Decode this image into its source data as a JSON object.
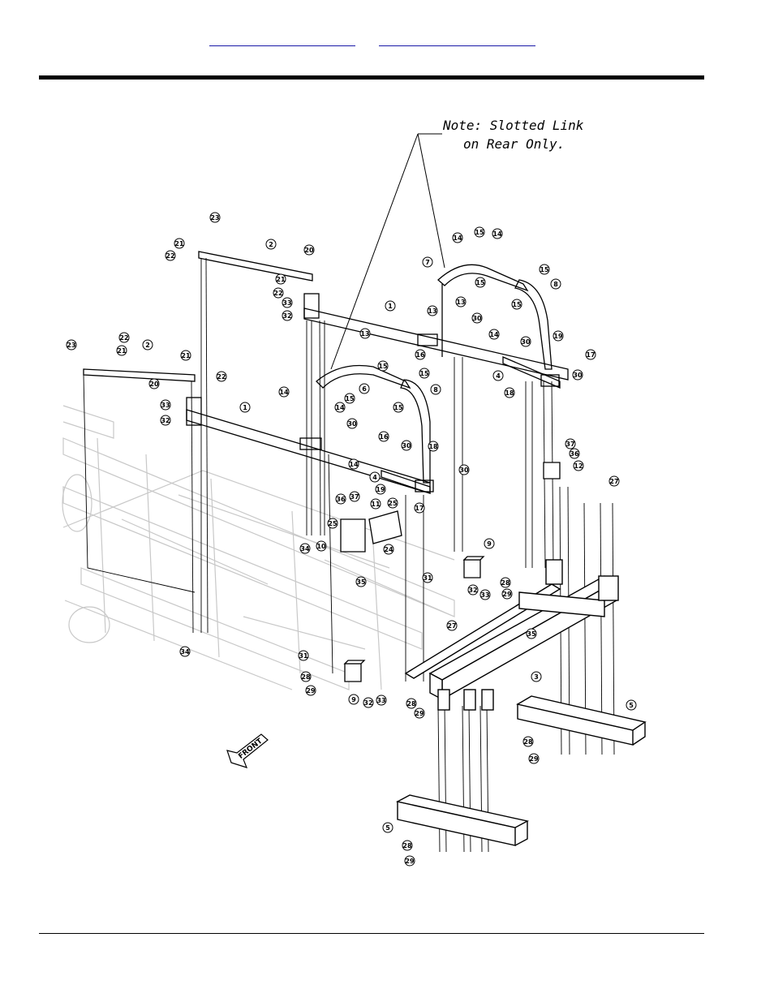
{
  "header": {
    "links": [
      {
        "text": ""
      },
      {
        "text": ""
      }
    ]
  },
  "diagram": {
    "note_line1": "Note:  Slotted Link",
    "note_line2": "on  Rear  Only.",
    "front_label": "FRONT",
    "callouts": [
      {
        "n": "23"
      },
      {
        "n": "21"
      },
      {
        "n": "22"
      },
      {
        "n": "2"
      },
      {
        "n": "20"
      },
      {
        "n": "21"
      },
      {
        "n": "22"
      },
      {
        "n": "33"
      },
      {
        "n": "32"
      },
      {
        "n": "1"
      },
      {
        "n": "14"
      },
      {
        "n": "15"
      },
      {
        "n": "14"
      },
      {
        "n": "7"
      },
      {
        "n": "15"
      },
      {
        "n": "15"
      },
      {
        "n": "8"
      },
      {
        "n": "13"
      },
      {
        "n": "13"
      },
      {
        "n": "15"
      },
      {
        "n": "30"
      },
      {
        "n": "14"
      },
      {
        "n": "16"
      },
      {
        "n": "19"
      },
      {
        "n": "17"
      },
      {
        "n": "30"
      },
      {
        "n": "4"
      },
      {
        "n": "30"
      },
      {
        "n": "18"
      },
      {
        "n": "22"
      },
      {
        "n": "23"
      },
      {
        "n": "21"
      },
      {
        "n": "2"
      },
      {
        "n": "21"
      },
      {
        "n": "22"
      },
      {
        "n": "20"
      },
      {
        "n": "33"
      },
      {
        "n": "32"
      },
      {
        "n": "1"
      },
      {
        "n": "13"
      },
      {
        "n": "15"
      },
      {
        "n": "15"
      },
      {
        "n": "6"
      },
      {
        "n": "14"
      },
      {
        "n": "15"
      },
      {
        "n": "14"
      },
      {
        "n": "15"
      },
      {
        "n": "8"
      },
      {
        "n": "30"
      },
      {
        "n": "16"
      },
      {
        "n": "14"
      },
      {
        "n": "30"
      },
      {
        "n": "18"
      },
      {
        "n": "4"
      },
      {
        "n": "19"
      },
      {
        "n": "17"
      },
      {
        "n": "30"
      },
      {
        "n": "37"
      },
      {
        "n": "36"
      },
      {
        "n": "12"
      },
      {
        "n": "27"
      },
      {
        "n": "36"
      },
      {
        "n": "37"
      },
      {
        "n": "11"
      },
      {
        "n": "25"
      },
      {
        "n": "25"
      },
      {
        "n": "10"
      },
      {
        "n": "24"
      },
      {
        "n": "34"
      },
      {
        "n": "35"
      },
      {
        "n": "9"
      },
      {
        "n": "31"
      },
      {
        "n": "32"
      },
      {
        "n": "33"
      },
      {
        "n": "28"
      },
      {
        "n": "29"
      },
      {
        "n": "27"
      },
      {
        "n": "35"
      },
      {
        "n": "34"
      },
      {
        "n": "31"
      },
      {
        "n": "28"
      },
      {
        "n": "29"
      },
      {
        "n": "9"
      },
      {
        "n": "32"
      },
      {
        "n": "33"
      },
      {
        "n": "3"
      },
      {
        "n": "28"
      },
      {
        "n": "29"
      },
      {
        "n": "5"
      },
      {
        "n": "28"
      },
      {
        "n": "29"
      },
      {
        "n": "5"
      },
      {
        "n": "28"
      },
      {
        "n": "29"
      }
    ]
  }
}
